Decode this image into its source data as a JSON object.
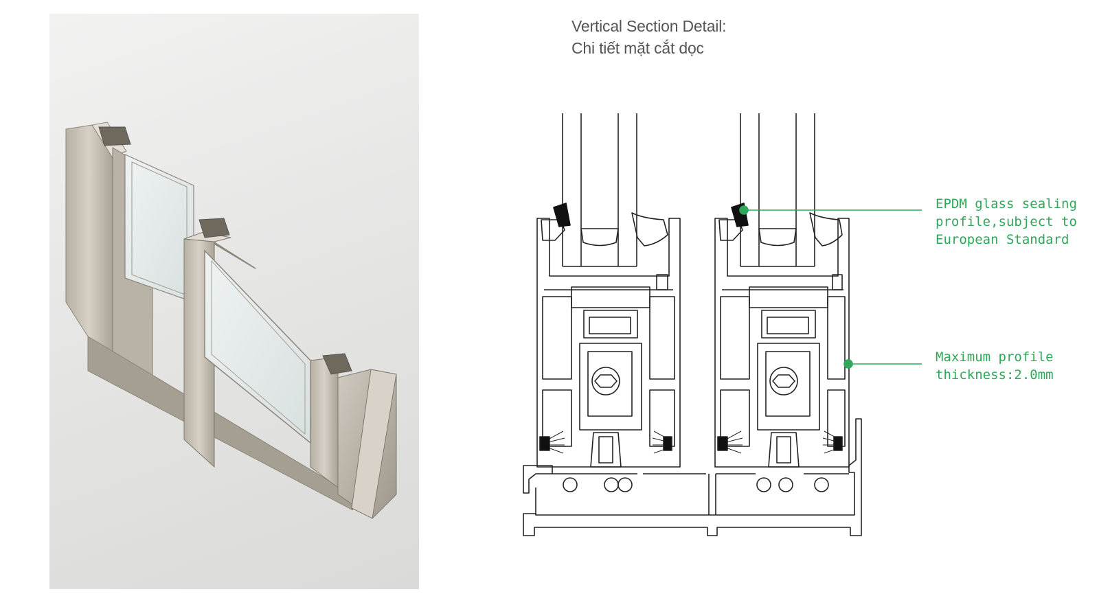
{
  "title": {
    "line1": "Vertical Section Detail:",
    "line2": "Chi tiết mặt cắt dọc"
  },
  "callouts": {
    "gasket": {
      "lines": [
        "EPDM glass sealing",
        "profile,subject to",
        "European Standard"
      ]
    },
    "thickness": {
      "lines": [
        "Maximum profile",
        "thickness:2.0mm"
      ]
    }
  },
  "colors": {
    "accent": "#2fa85a",
    "title": "#555555",
    "line": "#222222",
    "gasket": "#111111",
    "aluminium": "#c9c3b8"
  },
  "images": {
    "product_render": "sliding-window-frame-render"
  }
}
